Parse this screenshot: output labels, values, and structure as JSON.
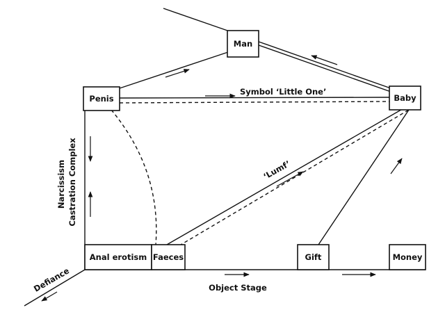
{
  "nodes": {
    "man": "Man",
    "penis": "Penis",
    "baby": "Baby",
    "anal_erotism": "Anal erotism",
    "faeces": "Faeces",
    "gift": "Gift",
    "money": "Money"
  },
  "edge_labels": {
    "symbol_little_one": "Symbol ‘Little One’",
    "lumf": "‘Lumf’"
  },
  "axis_labels": {
    "narcissism": "Narcissism",
    "castration_complex": "Castration Complex",
    "defiance": "Defiance",
    "object_stage": "Object Stage"
  },
  "colors": {
    "ink": "#111111",
    "paper": "#ffffff"
  }
}
